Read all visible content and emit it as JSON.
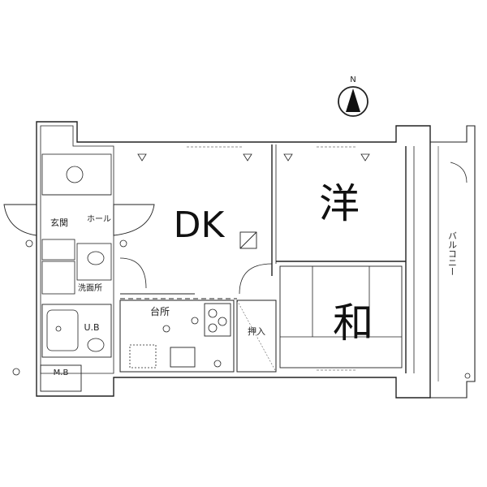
{
  "compass": {
    "north_label": "N"
  },
  "rooms": {
    "dk": "DK",
    "western": "洋",
    "japanese": "和",
    "entrance": "玄関",
    "hall": "ホール",
    "washroom": "洗面所",
    "kitchen": "台所",
    "closet": "押入",
    "unit_bath": "U.B",
    "meter_box": "M.B",
    "balcony": "バルコニー"
  },
  "colors": {
    "line": "#222222",
    "bg": "#ffffff"
  }
}
